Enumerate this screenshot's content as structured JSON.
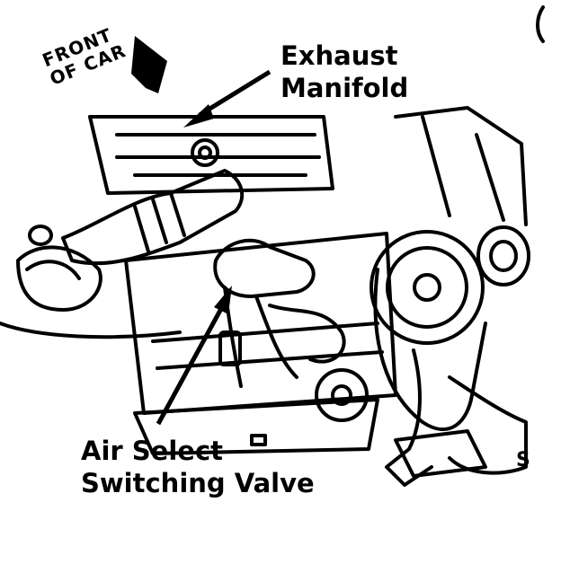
{
  "labels": {
    "front_of_car": [
      "FRONT",
      "OF CAR"
    ],
    "exhaust_manifold": [
      "Exhaust",
      "Manifold"
    ],
    "air_select_valve": [
      "Air Select",
      "Switching Valve"
    ],
    "corner_mark": "S"
  },
  "colors": {
    "ink": "#000000",
    "paper": "#ffffff"
  }
}
